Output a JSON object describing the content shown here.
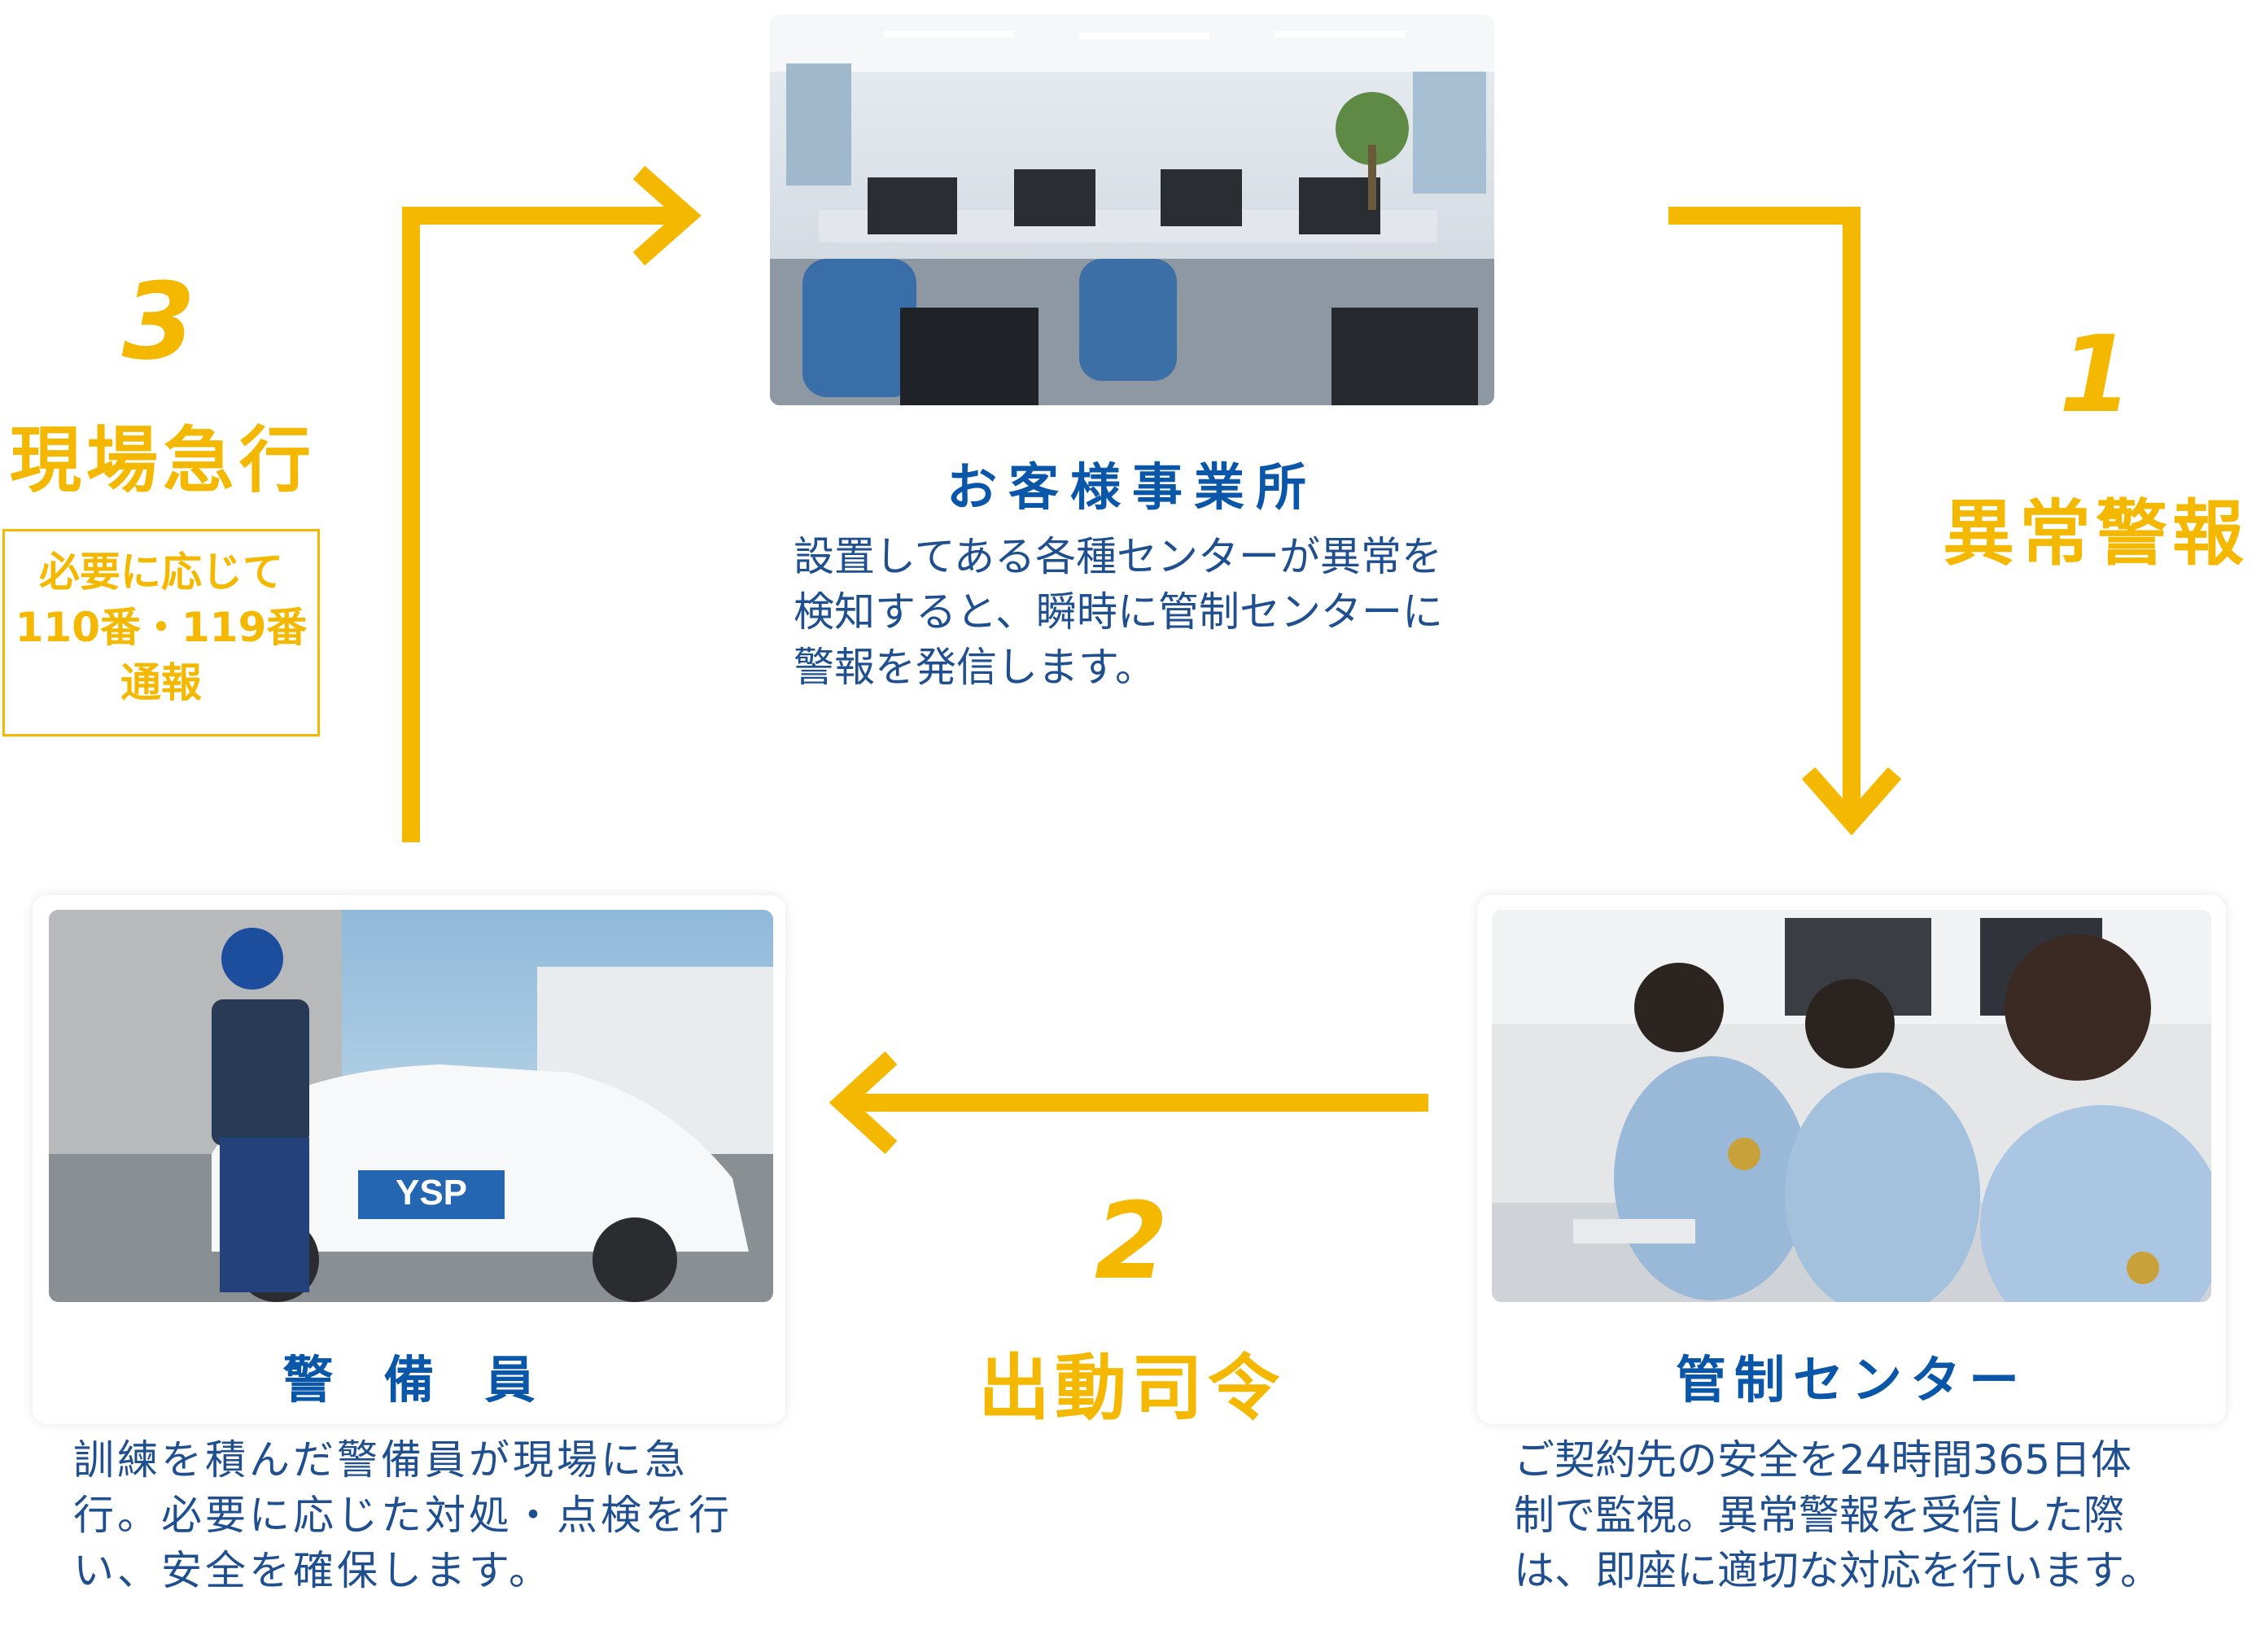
{
  "nodes": {
    "customer": {
      "title": "お客様事業所",
      "lines": [
        "設置してある各種センターが異常を",
        "検知すると、瞬時に管制センターに",
        "警報を発信します。"
      ]
    },
    "control": {
      "title": "管制センター",
      "lines": [
        "ご契約先の安全を24時間365日体",
        "制で監視。異常警報を受信した際",
        "は、即座に適切な対応を行います。"
      ]
    },
    "guard": {
      "title": "警　備　員",
      "lines": [
        "訓練を積んだ警備員が現場に急",
        "行。必要に応じた対処・点検を行",
        "い、安全を確保します。"
      ]
    }
  },
  "steps": [
    {
      "number": "1",
      "label": "異常警報"
    },
    {
      "number": "2",
      "label": "出動司令"
    },
    {
      "number": "3",
      "label": "現場急行",
      "note": [
        "必要に応じて",
        "110番・119番",
        "通報"
      ]
    }
  ],
  "vehicle": {
    "logo_text": "YSP"
  },
  "colors": {
    "accent": "#f4b800",
    "title": "#0a56a8",
    "body": "#1f4f8f"
  }
}
